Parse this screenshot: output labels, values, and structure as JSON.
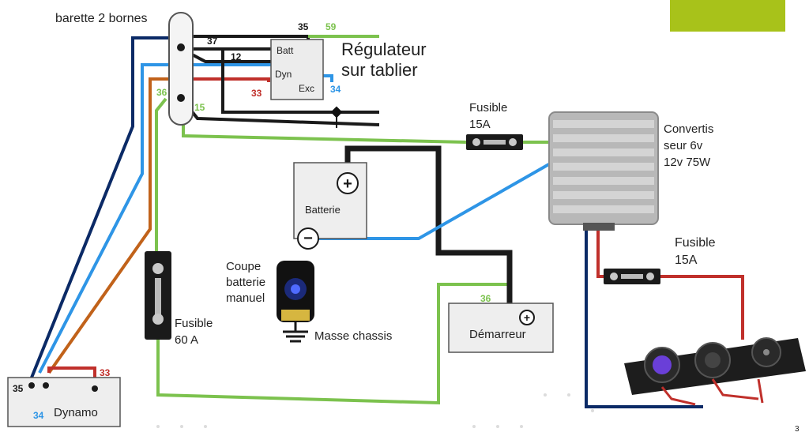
{
  "labels": {
    "barette": "barette 2 bornes",
    "regulateur_line1": "Régulateur",
    "regulateur_line2": "sur tablier",
    "batt": "Batt",
    "dyn": "Dyn",
    "exc": "Exc",
    "batterie": "Batterie",
    "demarreur": "Démarreur",
    "dynamo": "Dynamo",
    "masse": "Masse chassis",
    "coupe_line1": "Coupe",
    "coupe_line2": "batterie",
    "coupe_line3": "manuel",
    "fusible60_line1": "Fusible",
    "fusible60_line2": "60 A",
    "fusible15a_line1": "Fusible",
    "fusible15a_line2": "15A",
    "fusible15b_line1": "Fusible",
    "fusible15b_line2": "15A",
    "convertis_line1": "Convertis",
    "convertis_line2": "seur 6v",
    "convertis_line3": "12v 75W",
    "page_number": "3"
  },
  "wire_numbers": {
    "n35_top": "35",
    "n59": "59",
    "n37": "37",
    "n12": "12",
    "n33_reg": "33",
    "n34_reg": "34",
    "n36_bar": "36",
    "n15": "15",
    "n36_dem": "36",
    "n35_dyn": "35",
    "n33_dyn": "33",
    "n34_dyn": "34"
  },
  "colors": {
    "black": "#1a1a1a",
    "navy": "#0b2a66",
    "blue": "#2e95e6",
    "green": "#7cc24e",
    "brown": "#c1621a",
    "red": "#c0302b",
    "accent": "#a8c21a"
  }
}
